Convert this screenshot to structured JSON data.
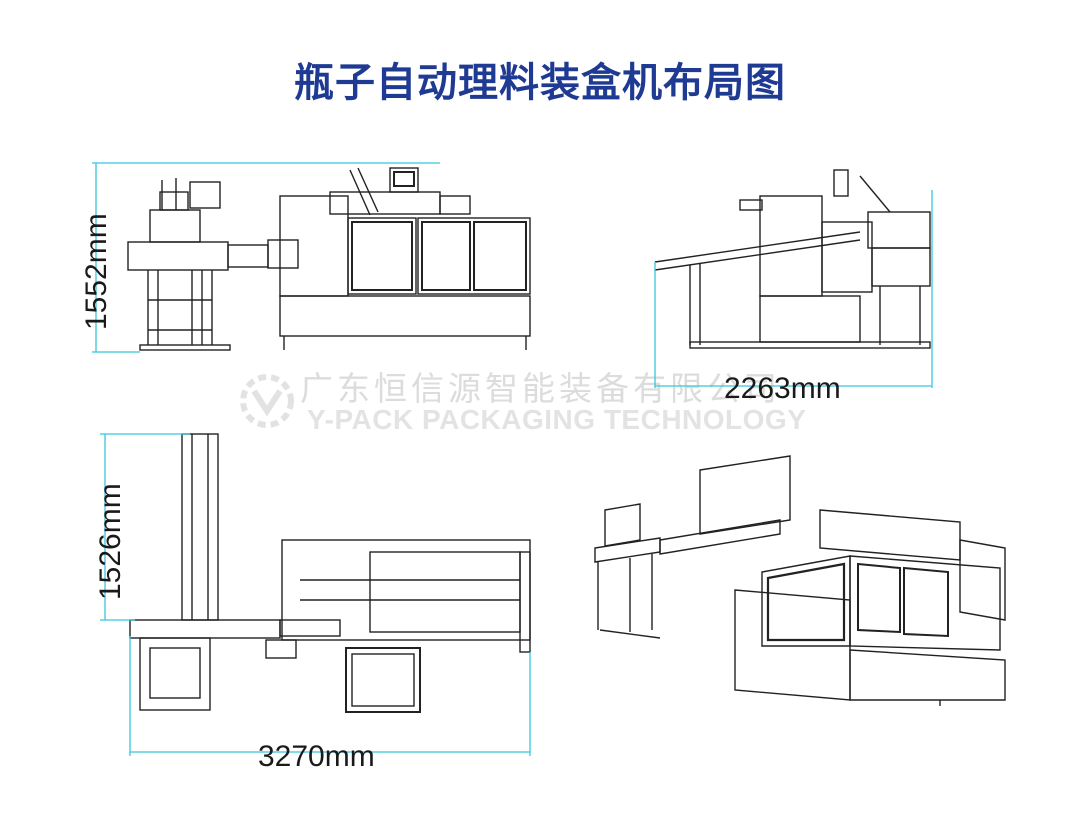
{
  "title": "瓶子自动理料装盒机布局图",
  "dimensions": {
    "front_height": "1552mm",
    "side_width": "2263mm",
    "top_depth": "1526mm",
    "top_length": "3270mm"
  },
  "watermark": {
    "company_cn": "广东恒信源智能装备有限公司",
    "company_en": "Y-PACK PACKAGING TECHNOLOGY"
  },
  "colors": {
    "title": "#1f3a93",
    "dimension_line": "#35c7e0",
    "drawing_line": "#222222",
    "watermark": "#dcdcdc"
  }
}
